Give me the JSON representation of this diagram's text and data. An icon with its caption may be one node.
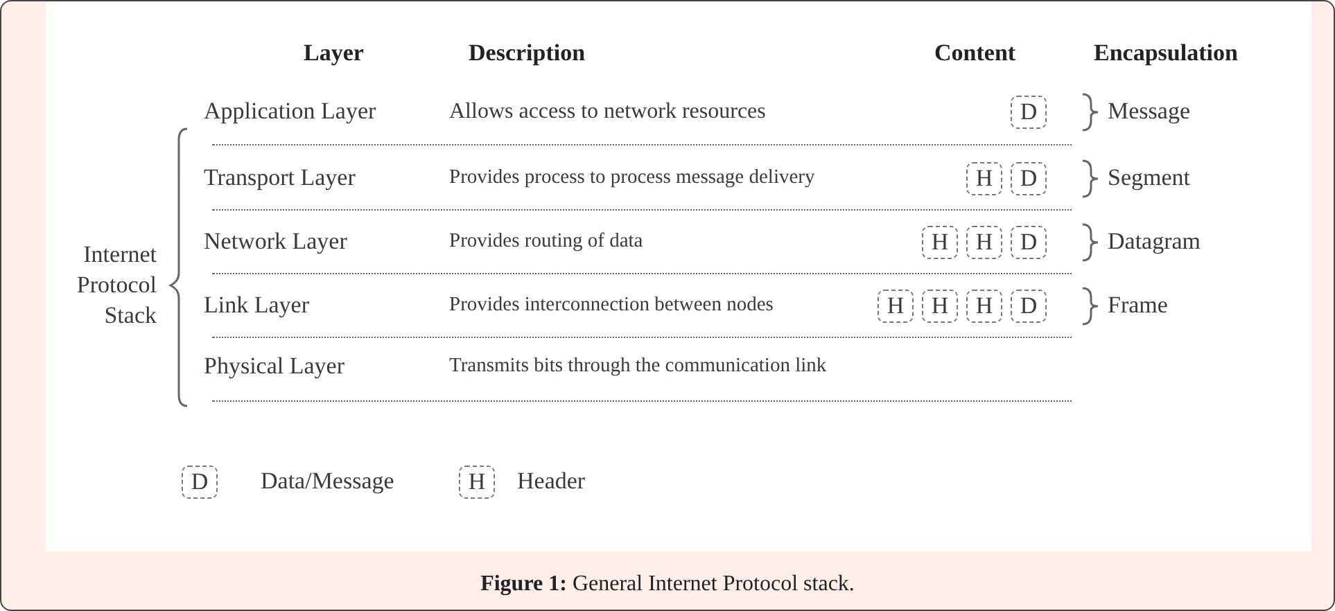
{
  "diagram": {
    "caption": "**Figure 1:** General Internet Protocol stack.",
    "labels": [
      "Layer",
      "Description",
      "Content",
      "Encapsulation",
      "Internet Protocol Stack",
      "Application Layer",
      "Allows access to network resources",
      "D",
      "Message",
      "Transport Layer",
      "Provides process to process message delivery",
      "H",
      "D",
      "Segment",
      "Network Layer",
      "Provides routing of data",
      "H",
      "H",
      "D",
      "Datagram",
      "Link Layer",
      "Provides interconnection between nodes",
      "H",
      "H",
      "H",
      "D",
      "Frame",
      "Physical Layer",
      "Transmits bits through the communication link",
      "D",
      "Data/Message",
      "H",
      "Header"
    ]
  }
}
